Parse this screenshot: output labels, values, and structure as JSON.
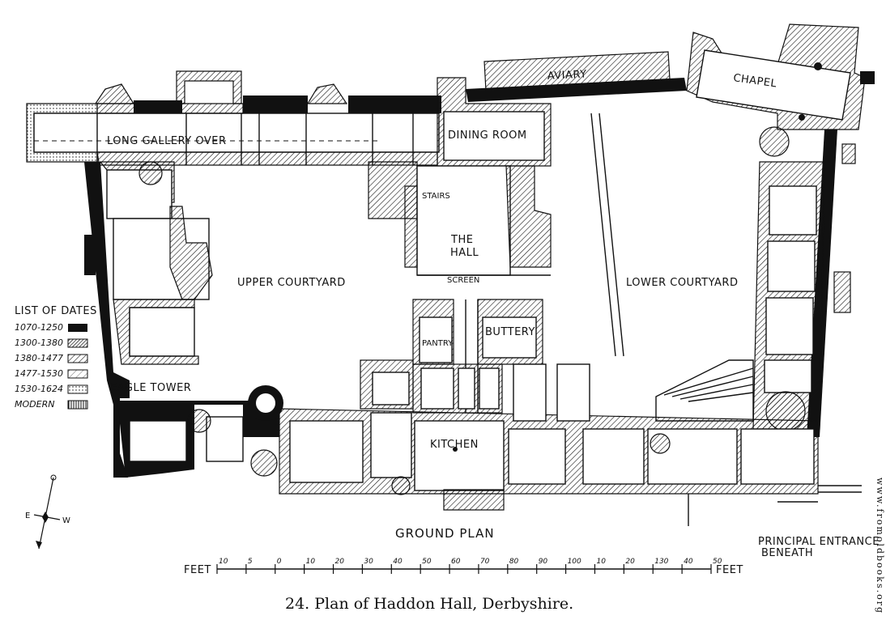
{
  "labels": {
    "aviary": "AVIARY",
    "chapel": "CHAPEL",
    "long_gallery": "LONG GALLERY OVER",
    "dining_room": "DINING ROOM",
    "stairs": "STAIRS",
    "the_hall": "THE",
    "the_hall_2": "HALL",
    "screen": "SCREEN",
    "upper_courtyard": "UPPER COURTYARD",
    "lower_courtyard": "LOWER COURTYARD",
    "pantry": "PANTRY",
    "buttery": "BUTTERY",
    "kitchen": "KITCHEN",
    "eagle_tower": "EAGLE TOWER",
    "ground_plan": "GROUND PLAN",
    "principal_entrance_1": "PRINCIPAL ENTRANCE",
    "principal_entrance_2": "BENEATH"
  },
  "legend": {
    "title": "LIST OF DATES",
    "items": [
      {
        "label": "1070-1250",
        "style": "solid"
      },
      {
        "label": "1300-1380",
        "style": "dense"
      },
      {
        "label": "1380-1477",
        "style": "diag"
      },
      {
        "label": "1477-1530",
        "style": "light"
      },
      {
        "label": "1530-1624",
        "style": "dots"
      },
      {
        "label": "MODERN",
        "style": "vertical"
      }
    ]
  },
  "compass": {
    "e": "E",
    "w": "W"
  },
  "scale": {
    "unit_left": "FEET",
    "unit_right": "FEET",
    "ticks": [
      "10",
      "5",
      "0",
      "10",
      "20",
      "30",
      "40",
      "50",
      "60",
      "70",
      "80",
      "90",
      "100",
      "10",
      "20",
      "130",
      "40",
      "50"
    ]
  },
  "caption": "24. Plan of Haddon Hall, Derbyshire.",
  "side_text": "www.fromoldbooks.org"
}
